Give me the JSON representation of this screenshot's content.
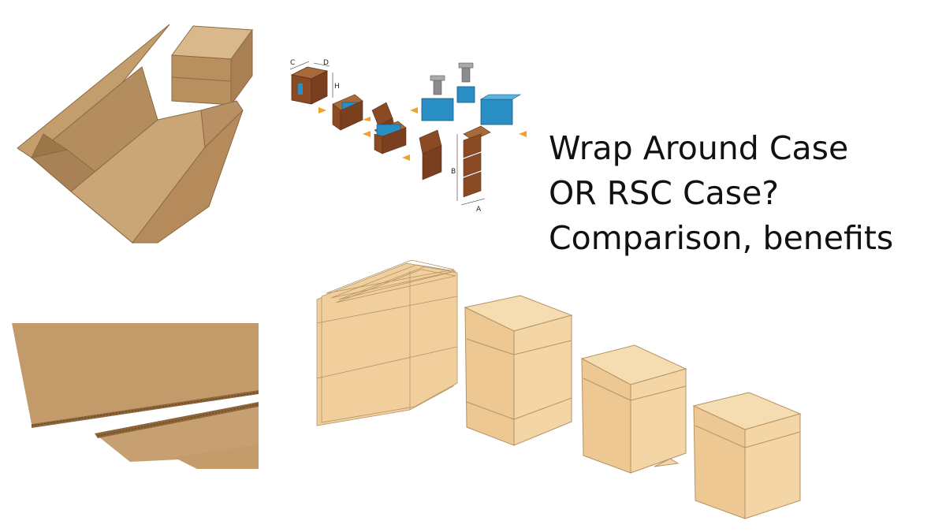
{
  "headline": {
    "line1": "Wrap Around Case",
    "line2": "OR RSC Case?",
    "line3": "Comparison, benefits"
  },
  "diagram_labels": {
    "c": "C",
    "d": "D",
    "h": "H",
    "b": "B",
    "a": "A"
  },
  "colors": {
    "kraft": "#c39a6a",
    "kraft_dark": "#9e7547",
    "rsc_face": "#f1cf9c",
    "rsc_side": "#e8bf87",
    "bottle_blue": "#2a8fc4",
    "arrow_orange": "#f2a12b",
    "diagram_brown": "#8a4a24"
  },
  "icons": [
    "wraparound-blank-illustration",
    "wraparound-process-diagram",
    "corrugated-sheets-illustration",
    "rsc-boxes-illustration"
  ]
}
